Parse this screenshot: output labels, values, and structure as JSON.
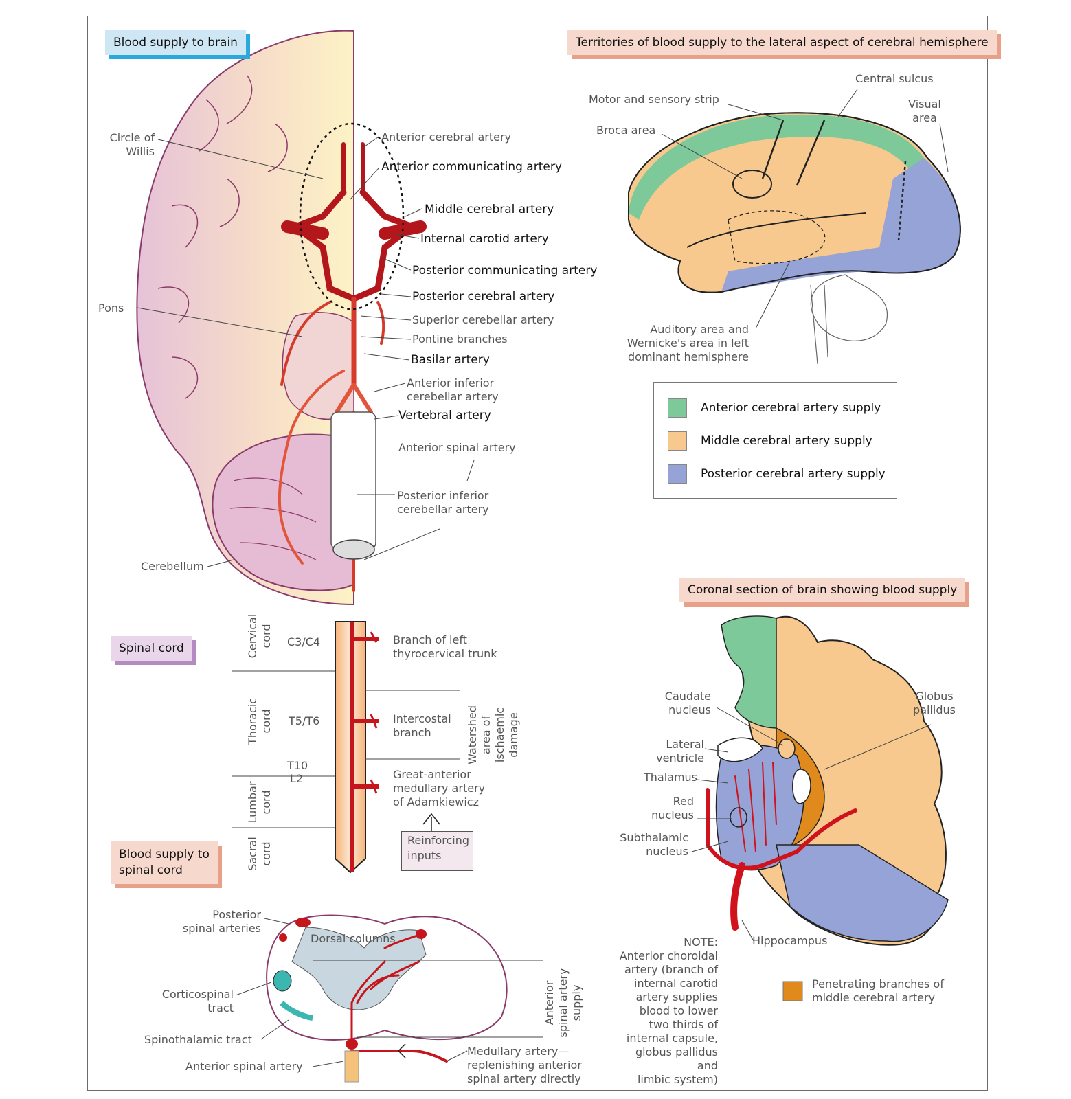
{
  "panels": {
    "brain_title": "Blood supply to brain",
    "lateral_title": "Territories of blood supply to the lateral aspect of cerebral hemisphere",
    "coronal_title": "Coronal section of brain showing blood supply",
    "spinal_cord_title": "Spinal cord",
    "spinal_supply_title_line1": "Blood supply to",
    "spinal_supply_title_line2": "spinal cord"
  },
  "brain_labels": {
    "circle_of_willis_1": "Circle of",
    "circle_of_willis_2": "Willis",
    "pons": "Pons",
    "cerebellum": "Cerebellum",
    "anterior_cerebral": "Anterior cerebral artery",
    "anterior_communicating": "Anterior communicating artery",
    "middle_cerebral": "Middle cerebral artery",
    "internal_carotid": "Internal carotid artery",
    "posterior_communicating": "Posterior communicating artery",
    "posterior_cerebral": "Posterior cerebral artery",
    "superior_cerebellar": "Superior cerebellar artery",
    "pontine_branches": "Pontine branches",
    "basilar": "Basilar artery",
    "aica_1": "Anterior inferior",
    "aica_2": "cerebellar artery",
    "vertebral": "Vertebral artery",
    "anterior_spinal": "Anterior spinal artery",
    "pica_1": "Posterior inferior",
    "pica_2": "cerebellar artery"
  },
  "lateral_labels": {
    "central_sulcus": "Central sulcus",
    "motor_sensory": "Motor and sensory strip",
    "visual_1": "Visual",
    "visual_2": "area",
    "broca": "Broca area",
    "auditory_1": "Auditory area and",
    "auditory_2": "Wernicke's area in left",
    "auditory_3": "dominant hemisphere"
  },
  "legend": {
    "items": [
      {
        "label": "Anterior cerebral artery supply",
        "color": "#7dc99a"
      },
      {
        "label": "Middle cerebral artery supply",
        "color": "#f8c98e"
      },
      {
        "label": "Posterior cerebral artery supply",
        "color": "#95a3d6"
      }
    ]
  },
  "spinal_labels": {
    "cervical_1": "Cervical",
    "cervical_2": "cord",
    "thoracic_1": "Thoracic",
    "thoracic_2": "cord",
    "lumbar_1": "Lumbar",
    "lumbar_2": "cord",
    "sacral_1": "Sacral",
    "sacral_2": "cord",
    "c3c4": "C3/C4",
    "t5t6": "T5/T6",
    "t10": "T10",
    "l2": "L2",
    "thyro_1": "Branch of left",
    "thyro_2": "thyrocervical trunk",
    "intercostal_1": "Intercostal",
    "intercostal_2": "branch",
    "watershed_1": "Watershed",
    "watershed_2": "area of",
    "watershed_3": "ischaemic",
    "watershed_4": "damage",
    "adamkiewicz_1": "Great-anterior",
    "adamkiewicz_2": "medullary artery",
    "adamkiewicz_3": "of  Adamkiewicz",
    "reinforcing_1": "Reinforcing",
    "reinforcing_2": "inputs"
  },
  "cross_section_labels": {
    "posterior_spinal_1": "Posterior",
    "posterior_spinal_2": "spinal arteries",
    "dorsal_columns": "Dorsal columns",
    "corticospinal_1": "Corticospinal",
    "corticospinal_2": "tract",
    "spinothalamic": "Spinothalamic tract",
    "anterior_spinal": "Anterior spinal artery",
    "anterior_supply_1": "Anterior",
    "anterior_supply_2": "spinal artery",
    "anterior_supply_3": "supply",
    "medullary_1": "Medullary artery—",
    "medullary_2": "replenishing anterior",
    "medullary_3": "spinal artery directly"
  },
  "coronal_labels": {
    "caudate_1": "Caudate",
    "caudate_2": "nucleus",
    "lateral_ventricle_1": "Lateral",
    "lateral_ventricle_2": "ventricle",
    "thalamus": "Thalamus",
    "red_nucleus_1": "Red",
    "red_nucleus_2": "nucleus",
    "subthalamic_1": "Subthalamic",
    "subthalamic_2": "nucleus",
    "globus_1": "Globus",
    "globus_2": "pallidus",
    "hippocampus": "Hippocampus",
    "note": [
      "NOTE:",
      "Anterior choroidal",
      "artery (branch of",
      "internal carotid",
      "artery supplies",
      "blood to lower",
      "two thirds of",
      "internal capsule,",
      "globus pallidus",
      "and",
      "limbic system)"
    ],
    "penetrating_1": "Penetrating branches of",
    "penetrating_2": "middle cerebral artery",
    "penetrating_color": "#e08a1e"
  },
  "colors": {
    "artery_dark": "#b3161b",
    "artery_light": "#e2553a",
    "brain_pink": "#e8c8dc",
    "brain_yellow": "#fdf0c2",
    "outline": "#8a3a6a"
  }
}
